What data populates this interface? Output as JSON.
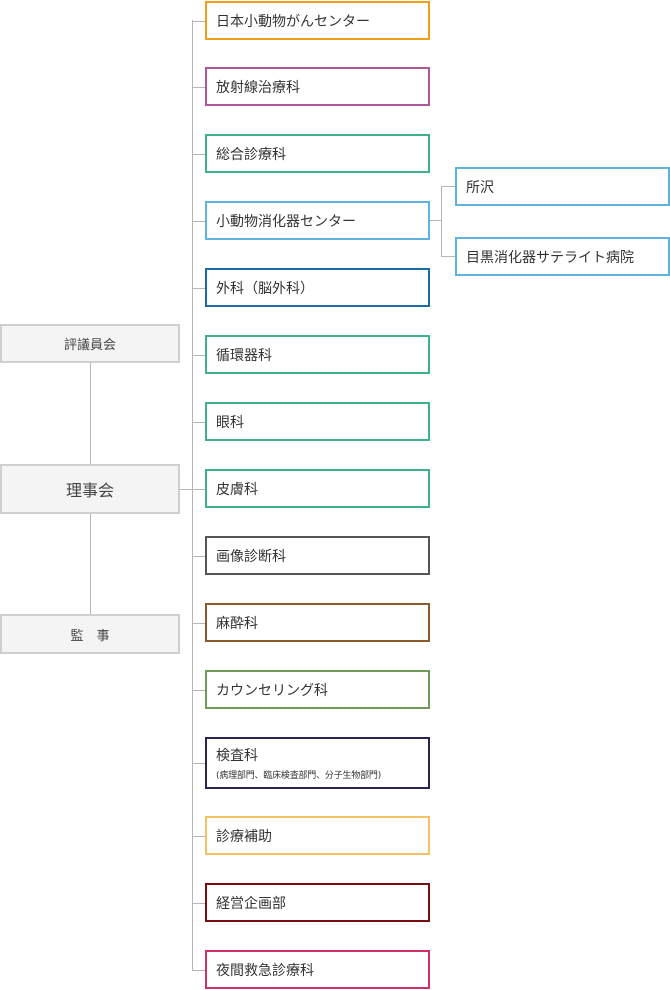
{
  "governance": {
    "council": "評議員会",
    "board": "理事会",
    "auditor": "監　事"
  },
  "departments": [
    {
      "name": "日本小動物がんセンター",
      "color": "#f0a018"
    },
    {
      "name": "放射線治療科",
      "color": "#b0569a"
    },
    {
      "name": "総合診療科",
      "color": "#3db08e"
    },
    {
      "name": "小動物消化器センター",
      "color": "#5fb3e0"
    },
    {
      "name": "外科（脳外科）",
      "color": "#1c6aa6"
    },
    {
      "name": "循環器科",
      "color": "#3db08e"
    },
    {
      "name": "眼科",
      "color": "#3db08e"
    },
    {
      "name": "皮膚科",
      "color": "#3db08e"
    },
    {
      "name": "画像診断科",
      "color": "#555555"
    },
    {
      "name": "麻酔科",
      "color": "#8b5a2b"
    },
    {
      "name": "カウンセリング科",
      "color": "#6f9a5a"
    },
    {
      "name": "検査科",
      "sub": "(病理部門、臨床検査部門、分子生物部門)",
      "color": "#2a2550"
    },
    {
      "name": "診療補助",
      "color": "#f5c066"
    },
    {
      "name": "経営企画部",
      "color": "#7a0d12"
    },
    {
      "name": "夜間救急診療科",
      "color": "#d0306a"
    }
  ],
  "branches": [
    {
      "name": "所沢",
      "color": "#5fb3e0"
    },
    {
      "name": "目黒消化器サテライト病院",
      "color": "#5fb3e0"
    }
  ]
}
